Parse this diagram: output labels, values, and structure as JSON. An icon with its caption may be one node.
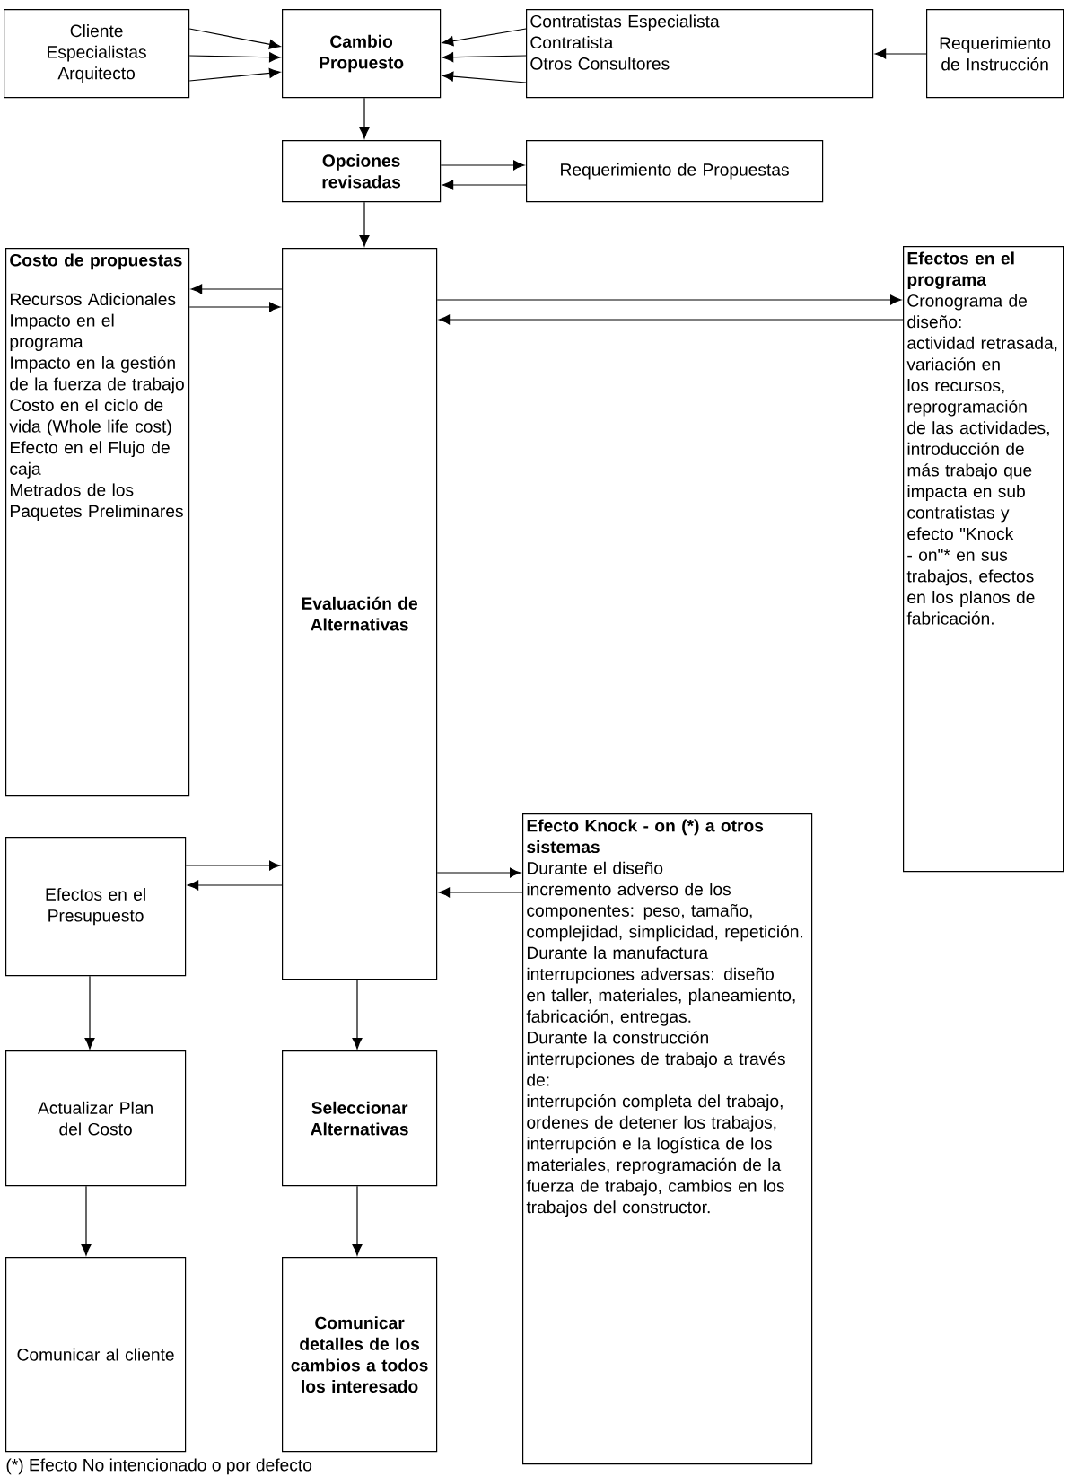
{
  "diagram": {
    "nodes": [
      {
        "text": [
          "Cliente",
          "Especialistas",
          "Arquitecto"
        ]
      },
      {
        "text": [
          "Cambio Propuesto"
        ]
      },
      {
        "text": [
          "Contratistas Especialista",
          "Contratista",
          "Otros Consultores"
        ]
      },
      {
        "text": [
          "Requerimiento de Instrucción"
        ]
      },
      {
        "text": [
          "Opciones revisadas"
        ]
      },
      {
        "text": [
          "Requerimiento de Propuestas"
        ]
      },
      {
        "text": [
          "Costo de propuestas",
          "Recursos Adicionales",
          "Impacto en el programa",
          "Impacto en la gestión de la fuerza de trabajo",
          "Costo en el ciclo de vida (Whole life cost)",
          "Efecto en el Flujo de caja",
          "Metrados de los Paquetes Preliminares"
        ]
      },
      {
        "text": [
          "Evaluación de Alternativas"
        ]
      },
      {
        "text": [
          "Efectos en el programa",
          "Cronograma de diseño:",
          "actividad retrasada, variación en los recursos, reprogramación de las actividades, introducción de más trabajo que impacta en sub contratistas y efecto \"Knock - on\"* en sus trabajos, efectos en los planos de fabricación."
        ]
      },
      {
        "text": [
          "Efectos en el Presupuesto"
        ]
      },
      {
        "text": [
          "Efecto Knock - on (*) a otros sistemas",
          "Durante el diseño",
          "incremento adverso de los componentes: peso, tamaño, complejidad, simplicidad, repetición.",
          "Durante la manufactura",
          "interrupciones adversas: diseño en taller, materiales, planeamiento, fabricación, entregas.",
          "Durante la construcción",
          "interrupciones de trabajo a través de:",
          "interrupción completa del trabajo, ordenes de detener los trabajos, interrupción e la logística de los materiales, reprogramación de la fuerza de trabajo, cambios en los trabajos del constructor."
        ]
      },
      {
        "text": [
          "Actualizar Plan del Costo"
        ]
      },
      {
        "text": [
          "Seleccionar Alternativas"
        ]
      },
      {
        "text": [
          "Comunicar al cliente"
        ]
      },
      {
        "text": [
          "Comunicar detalles de los cambios a todos los interesado"
        ]
      }
    ],
    "edges": [
      {
        "from": 0,
        "to": 1,
        "arrow": "to"
      },
      {
        "from": 0,
        "to": 1,
        "arrow": "to"
      },
      {
        "from": 0,
        "to": 1,
        "arrow": "to"
      },
      {
        "from": 2,
        "to": 1,
        "arrow": "to"
      },
      {
        "from": 2,
        "to": 1,
        "arrow": "to"
      },
      {
        "from": 2,
        "to": 1,
        "arrow": "to"
      },
      {
        "from": 3,
        "to": 2,
        "arrow": "to"
      },
      {
        "from": 1,
        "to": 4,
        "arrow": "to"
      },
      {
        "from": 4,
        "to": 5,
        "arrow": "to"
      },
      {
        "from": 5,
        "to": 4,
        "arrow": "to"
      },
      {
        "from": 4,
        "to": 7,
        "arrow": "to"
      },
      {
        "from": 6,
        "to": 7,
        "arrow": "to"
      },
      {
        "from": 7,
        "to": 6,
        "arrow": "to"
      },
      {
        "from": 7,
        "to": 8,
        "arrow": "to"
      },
      {
        "from": 8,
        "to": 7,
        "arrow": "to"
      },
      {
        "from": 9,
        "to": 7,
        "arrow": "to"
      },
      {
        "from": 7,
        "to": 9,
        "arrow": "to"
      },
      {
        "from": 7,
        "to": 10,
        "arrow": "to"
      },
      {
        "from": 10,
        "to": 7,
        "arrow": "to"
      },
      {
        "from": 9,
        "to": 11,
        "arrow": "to"
      },
      {
        "from": 7,
        "to": 12,
        "arrow": "to"
      },
      {
        "from": 11,
        "to": 13,
        "arrow": "to"
      },
      {
        "from": 12,
        "to": 14,
        "arrow": "to"
      }
    ],
    "labels": [
      "(*) Efecto No intencionado o por defecto"
    ]
  }
}
